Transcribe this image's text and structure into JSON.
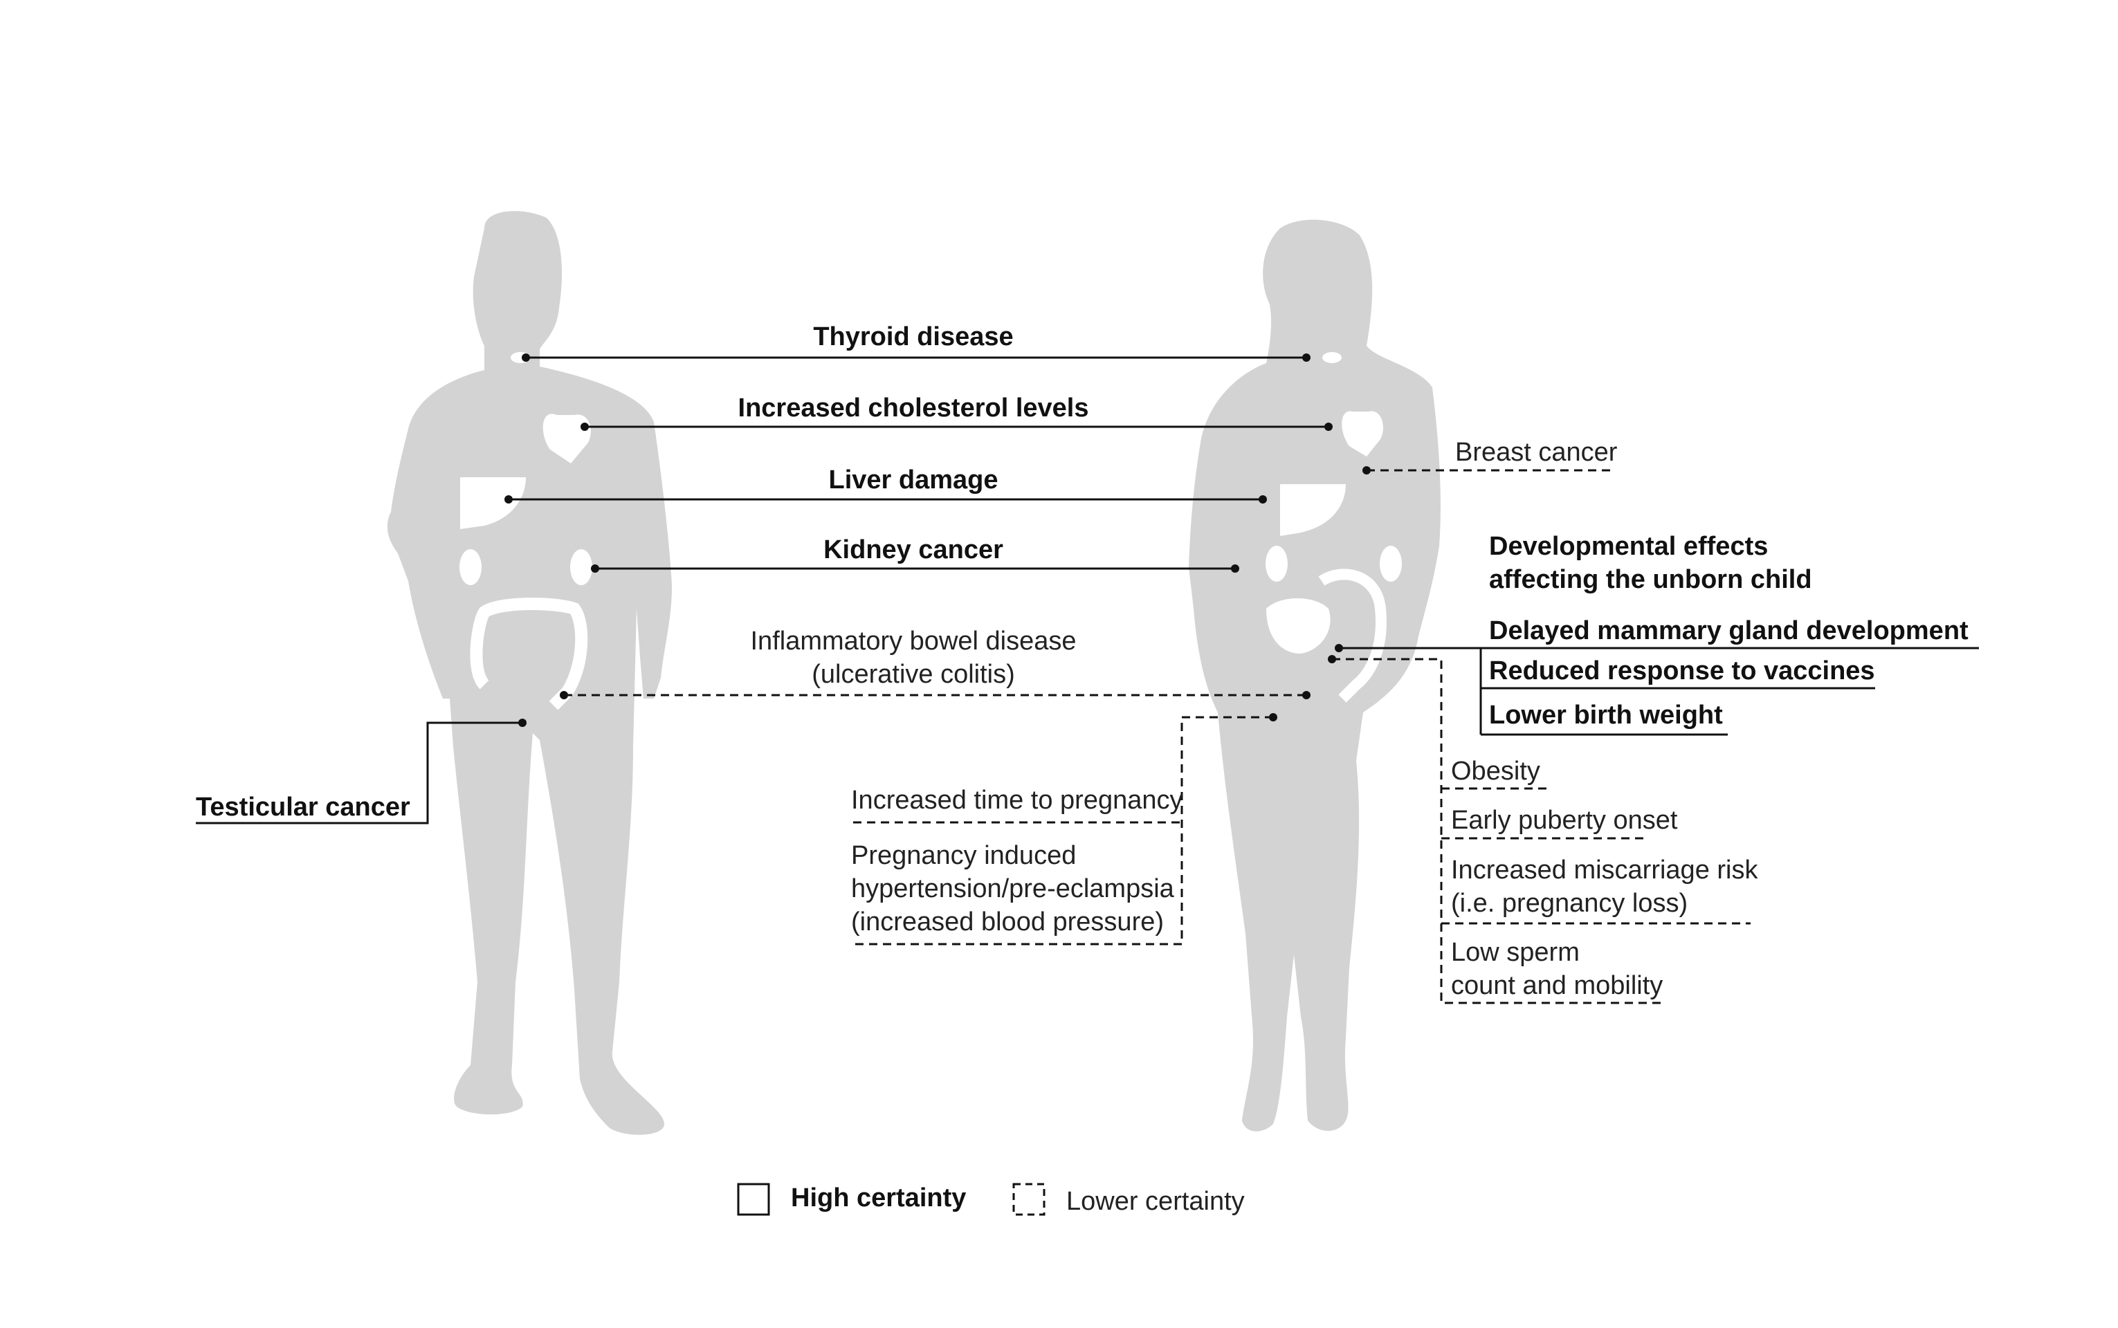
{
  "labels": {
    "thyroid": "Thyroid disease",
    "cholesterol": "Increased cholesterol levels",
    "liver": "Liver damage",
    "kidney": "Kidney cancer",
    "ibd": "Inflammatory bowel disease\n(ulcerative colitis)",
    "testicular": "Testicular cancer",
    "breast": "Breast cancer",
    "developmental": "Developmental effects\naffecting the unborn child",
    "mammary": "Delayed mammary gland development",
    "vaccines": "Reduced response to vaccines",
    "birth_weight": "Lower birth weight",
    "time_to_pregnancy": "Increased time to pregnancy",
    "preeclampsia": "Pregnancy induced\nhypertension/pre-eclampsia\n(increased blood pressure)",
    "obesity": "Obesity",
    "puberty": "Early puberty onset",
    "miscarriage": "Increased miscarriage risk\n(i.e. pregnancy loss)",
    "sperm": "Low sperm\ncount and mobility"
  },
  "legend": {
    "high": "High certainty",
    "low": "Lower certainty"
  },
  "colors": {
    "silhouette": "#d3d3d3",
    "line": "#111111",
    "organ": "#ffffff"
  }
}
